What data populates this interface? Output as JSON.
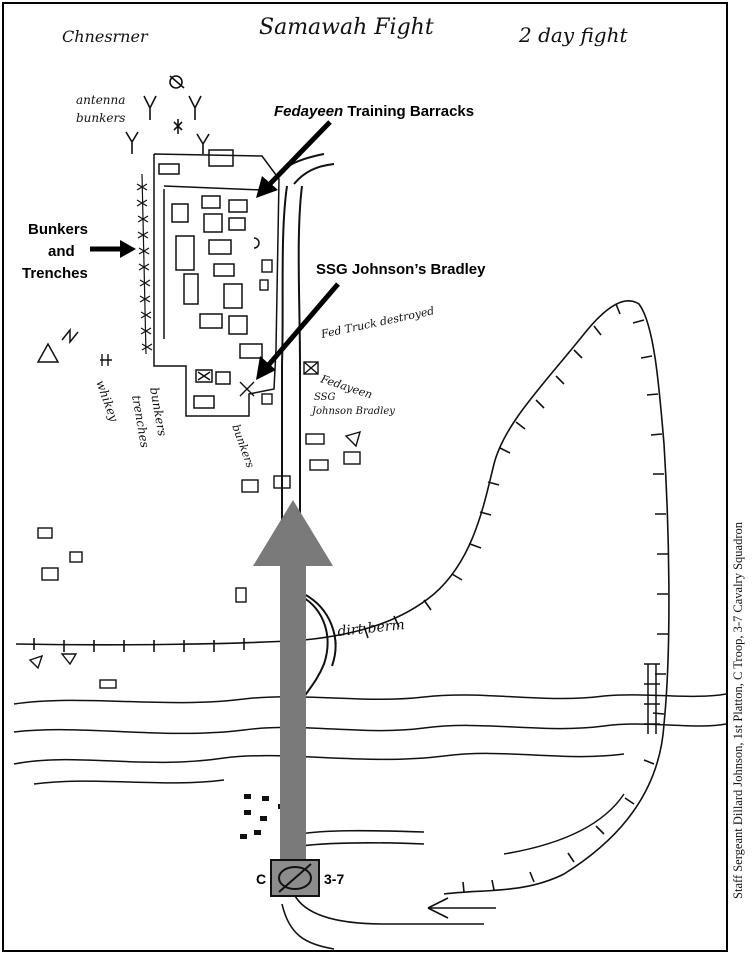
{
  "sketch_header": {
    "left_note": "Chnesrner",
    "title": "Samawah Fight",
    "subtitle": "2 day fight"
  },
  "hand_notes": {
    "antenna": "antenna",
    "bunkers_top": "bunkers",
    "fed_truck": "Fed Truck destroyed",
    "fedayeen": "Fedayeen",
    "ssg_bradley_1": "SSG",
    "ssg_bradley_2": "Johnson Bradley",
    "bunkers_low": "bunkers",
    "trenches_1": "bunkers",
    "trenches_2": "trenches",
    "unit_left": "whikey",
    "dirt_berm": "dirt berm"
  },
  "annotations": {
    "barracks_em": "Fedayeen",
    "barracks_rest": " Training Barracks",
    "bunkers_1": "Bunkers",
    "bunkers_2": "and",
    "bunkers_3": "Trenches",
    "bradley": "SSG Johnson’s Bradley"
  },
  "unit_symbol": {
    "company": "C",
    "battalion": "3-7"
  },
  "credit": "Staff Sergeant Dillard Johnson, 1st Platton, C Troop, 3-7 Cavalry Squadron",
  "colors": {
    "ink": "#111111",
    "arrow_fill": "#7a7a7a",
    "unit_fill": "#8c8c8c"
  }
}
